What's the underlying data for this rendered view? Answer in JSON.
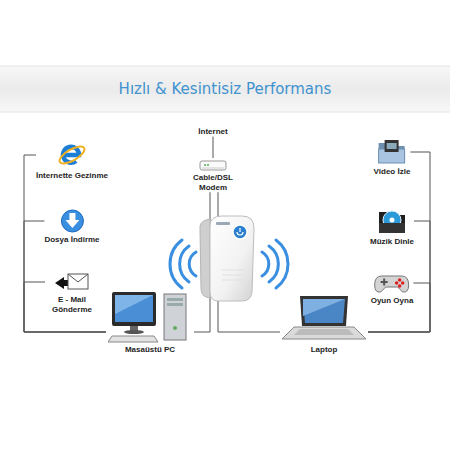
{
  "diagram": {
    "title": "Hızlı & Kesintisiz Performans",
    "nodes": [
      {
        "text": [
          "İnternet"
        ]
      },
      {
        "text": [
          "Cable/DSL Modem"
        ]
      },
      {
        "text": [
          "İnternette Gezinme"
        ]
      },
      {
        "text": [
          "Dosya İndirme"
        ]
      },
      {
        "text": [
          "E - Mail Gönderme"
        ]
      },
      {
        "text": [
          "Masaüstü PC"
        ]
      },
      {
        "text": [
          "Video İzle"
        ]
      },
      {
        "text": [
          "Müzik Dinle"
        ]
      },
      {
        "text": [
          "Oyun Oyna"
        ]
      },
      {
        "text": [
          "Laptop"
        ]
      }
    ],
    "edges": [
      {
        "from": 0,
        "to": 1,
        "arrow": "none"
      },
      {
        "from": 1,
        "to": 5,
        "arrow": "none"
      },
      {
        "from": 1,
        "to": 9,
        "arrow": "none"
      },
      {
        "from": 2,
        "to": 5,
        "arrow": "none"
      },
      {
        "from": 3,
        "to": 5,
        "arrow": "none"
      },
      {
        "from": 4,
        "to": 5,
        "arrow": "none"
      },
      {
        "from": 6,
        "to": 9,
        "arrow": "none"
      },
      {
        "from": 7,
        "to": 9,
        "arrow": "none"
      },
      {
        "from": 8,
        "to": 9,
        "arrow": "none"
      }
    ]
  }
}
